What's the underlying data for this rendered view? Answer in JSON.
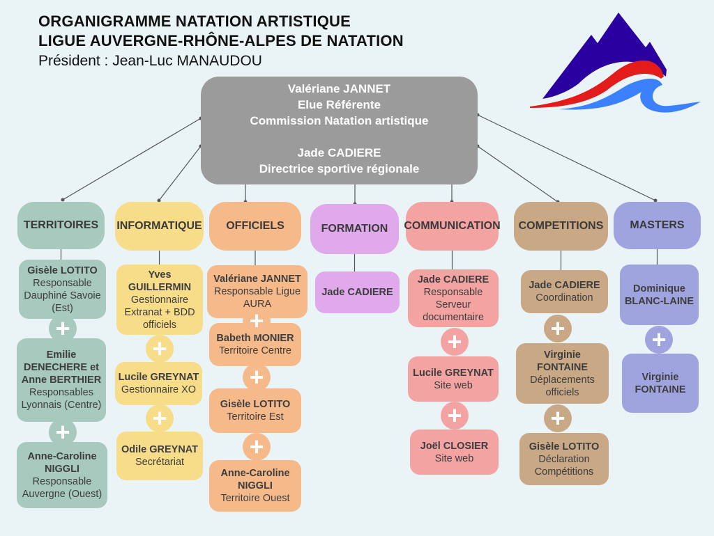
{
  "header": {
    "title_line1": "ORGANIGRAMME NATATION ARTISTIQUE",
    "title_line2": "LIGUE AUVERGNE-RHÔNE-ALPES DE NATATION",
    "president": "Président : Jean-Luc MANAUDOU"
  },
  "top_box": {
    "line1": "Valériane JANNET",
    "line2": "Elue Référente",
    "line3": "Commission Natation artistique",
    "line4": "Jade CADIERE",
    "line5": "Directrice sportive régionale"
  },
  "logo": {
    "name": "Ligue Auvergne-Rhône-Alpes logo",
    "colors": [
      "#2a00a0",
      "#e31b1b",
      "#3b80ff"
    ]
  },
  "colors": {
    "background": "#eaf3f5",
    "top": "#9b9b9b"
  },
  "departments": [
    {
      "label": "TERRITOIRES",
      "color": "#a8c9bd",
      "members": [
        {
          "name": "Gisèle LOTITO",
          "role": "Responsable Dauphiné Savoie (Est)"
        },
        {
          "name": "Emilie DENECHERE et Anne BERTHIER",
          "role": "Responsables Lyonnais (Centre)"
        },
        {
          "name": "Anne-Caroline NIGGLI",
          "role": "Responsable Auvergne (Ouest)"
        }
      ]
    },
    {
      "label": "INFORMATIQUE",
      "color": "#f7dc8a",
      "members": [
        {
          "name": "Yves GUILLERMIN",
          "role": "Gestionnaire Extranat + BDD officiels"
        },
        {
          "name": "Lucile GREYNAT",
          "role": "Gestionnaire XO"
        },
        {
          "name": "Odile GREYNAT",
          "role": "Secrétariat"
        }
      ]
    },
    {
      "label": "OFFICIELS",
      "color": "#f6b98a",
      "members": [
        {
          "name": "Valériane JANNET",
          "role": "Responsable Ligue AURA"
        },
        {
          "name": "Babeth MONIER",
          "role": "Territoire Centre"
        },
        {
          "name": "Gisèle LOTITO",
          "role": "Territoire Est"
        },
        {
          "name": "Anne-Caroline NIGGLI",
          "role": "Territoire Ouest"
        }
      ]
    },
    {
      "label": "FORMATION",
      "color": "#dfa9ec",
      "members": [
        {
          "name": "Jade CADIERE",
          "role": ""
        }
      ]
    },
    {
      "label": "COMMUNICATION",
      "color": "#f4a3a3",
      "members": [
        {
          "name": "Jade CADIERE",
          "role": "Responsable Serveur documentaire"
        },
        {
          "name": "Lucile GREYNAT",
          "role": "Site web"
        },
        {
          "name": "Joël CLOSIER",
          "role": "Site web"
        }
      ]
    },
    {
      "label": "COMPETITIONS",
      "color": "#c9a886",
      "members": [
        {
          "name": "Jade CADIERE",
          "role": "Coordination"
        },
        {
          "name": "Virginie FONTAINE",
          "role": "Déplacements officiels"
        },
        {
          "name": "Gisèle LOTITO",
          "role": "Déclaration Compétitions"
        }
      ]
    },
    {
      "label": "MASTERS",
      "color": "#a0a4de",
      "members": [
        {
          "name": "Dominique BLANC-LAINE",
          "role": ""
        },
        {
          "name": "Virginie FONTAINE",
          "role": ""
        }
      ]
    }
  ]
}
